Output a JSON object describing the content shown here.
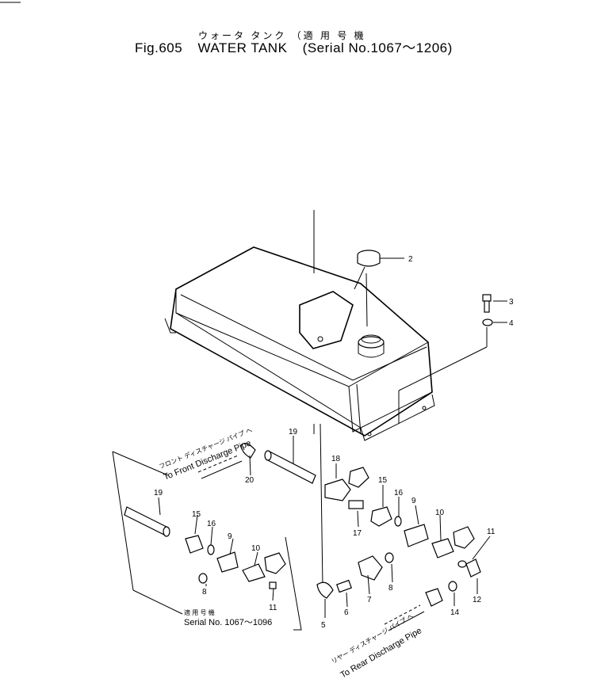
{
  "header": {
    "japanese_line": "ウォータ タンク （適 用 号 機",
    "fig_number": "Fig.605",
    "fig_title": "WATER TANK",
    "serial_range": "(Serial No.1067～1206)"
  },
  "callouts": [
    "2",
    "3",
    "4",
    "18",
    "19",
    "20",
    "15",
    "16",
    "9",
    "10",
    "11",
    "17",
    "12",
    "14",
    "8",
    "7",
    "6",
    "5",
    "19",
    "15",
    "16",
    "9",
    "10",
    "8",
    "11"
  ],
  "labels": {
    "front_pipe_jp": "フロント ディスチャージ パイプ へ",
    "front_pipe_en": "To Front Discharge Pipe",
    "rear_pipe_jp": "リヤー ディスチャージ パイプ へ",
    "rear_pipe_en": "To Rear Discharge Pipe",
    "inset_jp": "適 用 号 機",
    "inset_serial": "Serial No. 1067～1096"
  }
}
